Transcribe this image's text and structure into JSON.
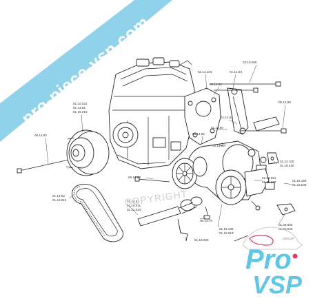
{
  "watermark": {
    "banner_text": "pro-piece-vsp.com",
    "copyright_text": "COPYRIGHT",
    "banner_color": "#8fd2ea"
  },
  "logo": {
    "line1": "Pro",
    "line2": "VSP",
    "tag": "GROUP",
    "color": "#5fc6e8",
    "accent": "#e63a6a"
  },
  "labels": {
    "p_02_14_103": "02.14.103",
    "p_01_14_63_top": "01.14.63",
    "p_02_10_066": "02.10.066",
    "p_06_14_92": "06.14.92",
    "p_06_14_88": "06.14.88",
    "p_01_14_63_mid": "01.14.63",
    "p_01_14_80": "01.14.80",
    "p_06_14_90_a": "06.14.90",
    "p_06_14_82": "06.14.82",
    "p_01_22_022": "01.22.022",
    "p_01_14_51": "01.14.51",
    "p_01_16_010": "01.16.010",
    "p_06_14_60": "06.14.60",
    "p_01_22_105": "01.22.105",
    "p_01_16_015": "01.16.015",
    "p_06_14_90_b": "06.14.90",
    "p_01_22_061": "01.22.061",
    "p_01_15_107": "01.15.107",
    "p_01_16_159": "01.16.159",
    "p_01_22_049": "01.22.049",
    "p_01_14_53": "01.14.53",
    "p_01_16_011": "01.16.011",
    "p_01_22_023": "01.22.023",
    "p_01_14_52": "01.14.52",
    "p_01_16_012": "01.16.012",
    "p_06_14_78": "06.14.78",
    "p_01_16_080": "01.16.080",
    "p_01_16_108": "01.16.108",
    "p_01_16_013": "01.16.013",
    "p_01_06_002": "01.06.002",
    "p_01_23_043": "01.23.043"
  }
}
